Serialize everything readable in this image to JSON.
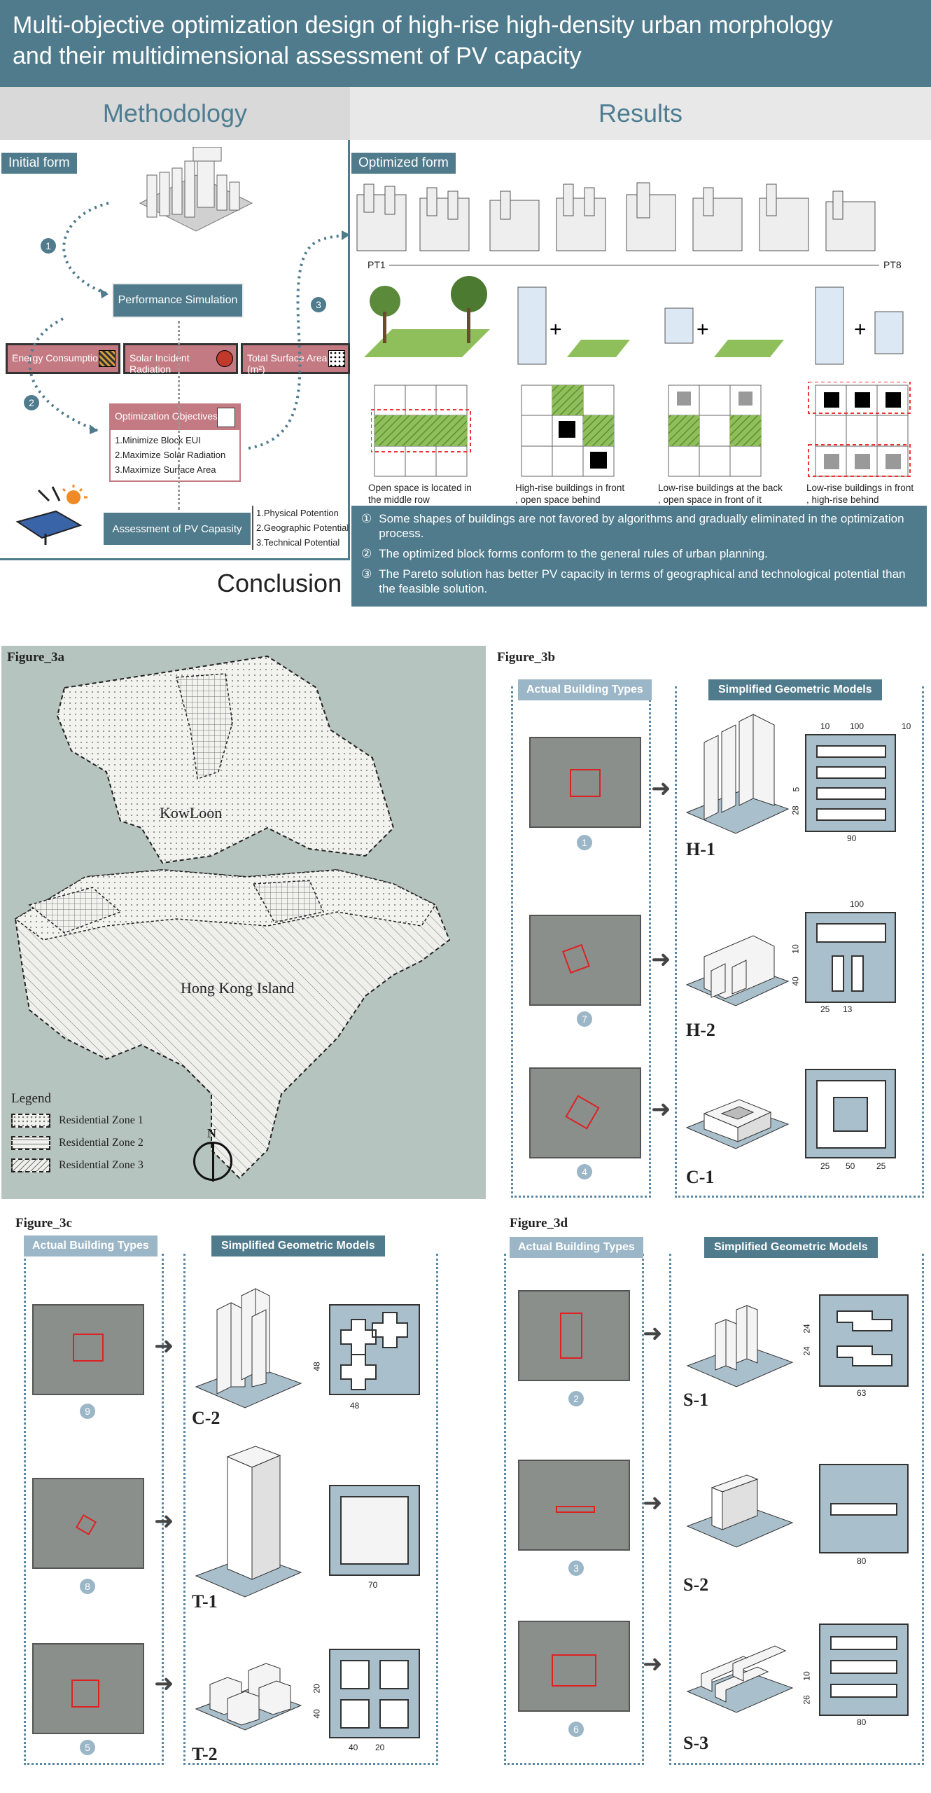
{
  "title": {
    "line1": "Multi-objective optimization design of high-rise high-density urban morphology",
    "line2": "and their multidimensional assessment of PV capacity"
  },
  "methodology": "Methodology",
  "results": "Results",
  "initial_form": "Initial form",
  "optimized_form": "Optimized form",
  "performance_simulation": "Performance Simulation",
  "metrics": [
    "Energy Consumption",
    "Solar Incident Radiation",
    "Total Surface Area (m²)"
  ],
  "optimization_objectives": {
    "title": "Optimization Objectives",
    "items": [
      "1.Minimize Block EUI",
      "2.Maximize Solar Radiation",
      "3.Maximize Surface Area"
    ]
  },
  "assessment": "Assessment of PV Capasity",
  "potentials": [
    "1.Physical Potention",
    "2.Geographic Potential",
    "3.Technical Potential"
  ],
  "step_numbers": [
    "1",
    "2",
    "3"
  ],
  "pt_start": "PT1",
  "pt_end": "PT8",
  "rule_captions": [
    "Open space is located in\nthe middle row",
    "High-rise buildings in front\n, open space behind",
    "Low-rise buildings at the back\n, open space in front of it",
    "Low-rise buildings in front\n, high-rise behind"
  ],
  "conclusion": "Conclusion",
  "conclusions": [
    {
      "mark": "①",
      "text": "Some shapes of buildings are not favored by algorithms and gradually eliminated in the optimization process."
    },
    {
      "mark": "②",
      "text": "The optimized block forms conform to the general rules of urban planning."
    },
    {
      "mark": "③",
      "text": "The Pareto solution has better PV capacity in terms of geographical and technological potential than the feasible solution."
    }
  ],
  "fig3a": {
    "label": "Figure_3a",
    "kowloon": "KowLoon",
    "hk_island": "Hong Kong Island",
    "legend_title": "Legend",
    "legend": [
      "Residential Zone 1",
      "Residential Zone 2",
      "Residential Zone 3"
    ],
    "north": "N"
  },
  "fig3b": {
    "label": "Figure_3b",
    "left": "Actual Building Types",
    "right": "Simplified Geometric Models",
    "rows": [
      {
        "num": "1",
        "model": "H-1",
        "dims": [
          "10",
          "100",
          "10",
          "5",
          "28",
          "90"
        ]
      },
      {
        "num": "7",
        "model": "H-2",
        "dims": [
          "100",
          "10",
          "40",
          "25",
          "13"
        ]
      },
      {
        "num": "4",
        "model": "C-1",
        "dims": [
          "25",
          "50",
          "25"
        ]
      }
    ]
  },
  "fig3c": {
    "label": "Figure_3c",
    "left": "Actual Building Types",
    "right": "Simplified Geometric Models",
    "rows": [
      {
        "num": "9",
        "model": "C-2",
        "dims": [
          "48",
          "48"
        ]
      },
      {
        "num": "8",
        "model": "T-1",
        "dims": [
          "70"
        ]
      },
      {
        "num": "5",
        "model": "T-2",
        "dims": [
          "20",
          "40",
          "40",
          "20"
        ]
      }
    ]
  },
  "fig3d": {
    "label": "Figure_3d",
    "left": "Actual Building Types",
    "right": "Simplified Geometric Models",
    "rows": [
      {
        "num": "2",
        "model": "S-1",
        "dims": [
          "24",
          "24",
          "63"
        ]
      },
      {
        "num": "3",
        "model": "S-2",
        "dims": [
          "80"
        ]
      },
      {
        "num": "6",
        "model": "S-3",
        "dims": [
          "10",
          "26",
          "80"
        ]
      }
    ]
  },
  "colors": {
    "teal": "#4f7b8c",
    "light_blue": "#9bb6c7",
    "pink": "#c47a82",
    "green": "#8fbf5a"
  }
}
